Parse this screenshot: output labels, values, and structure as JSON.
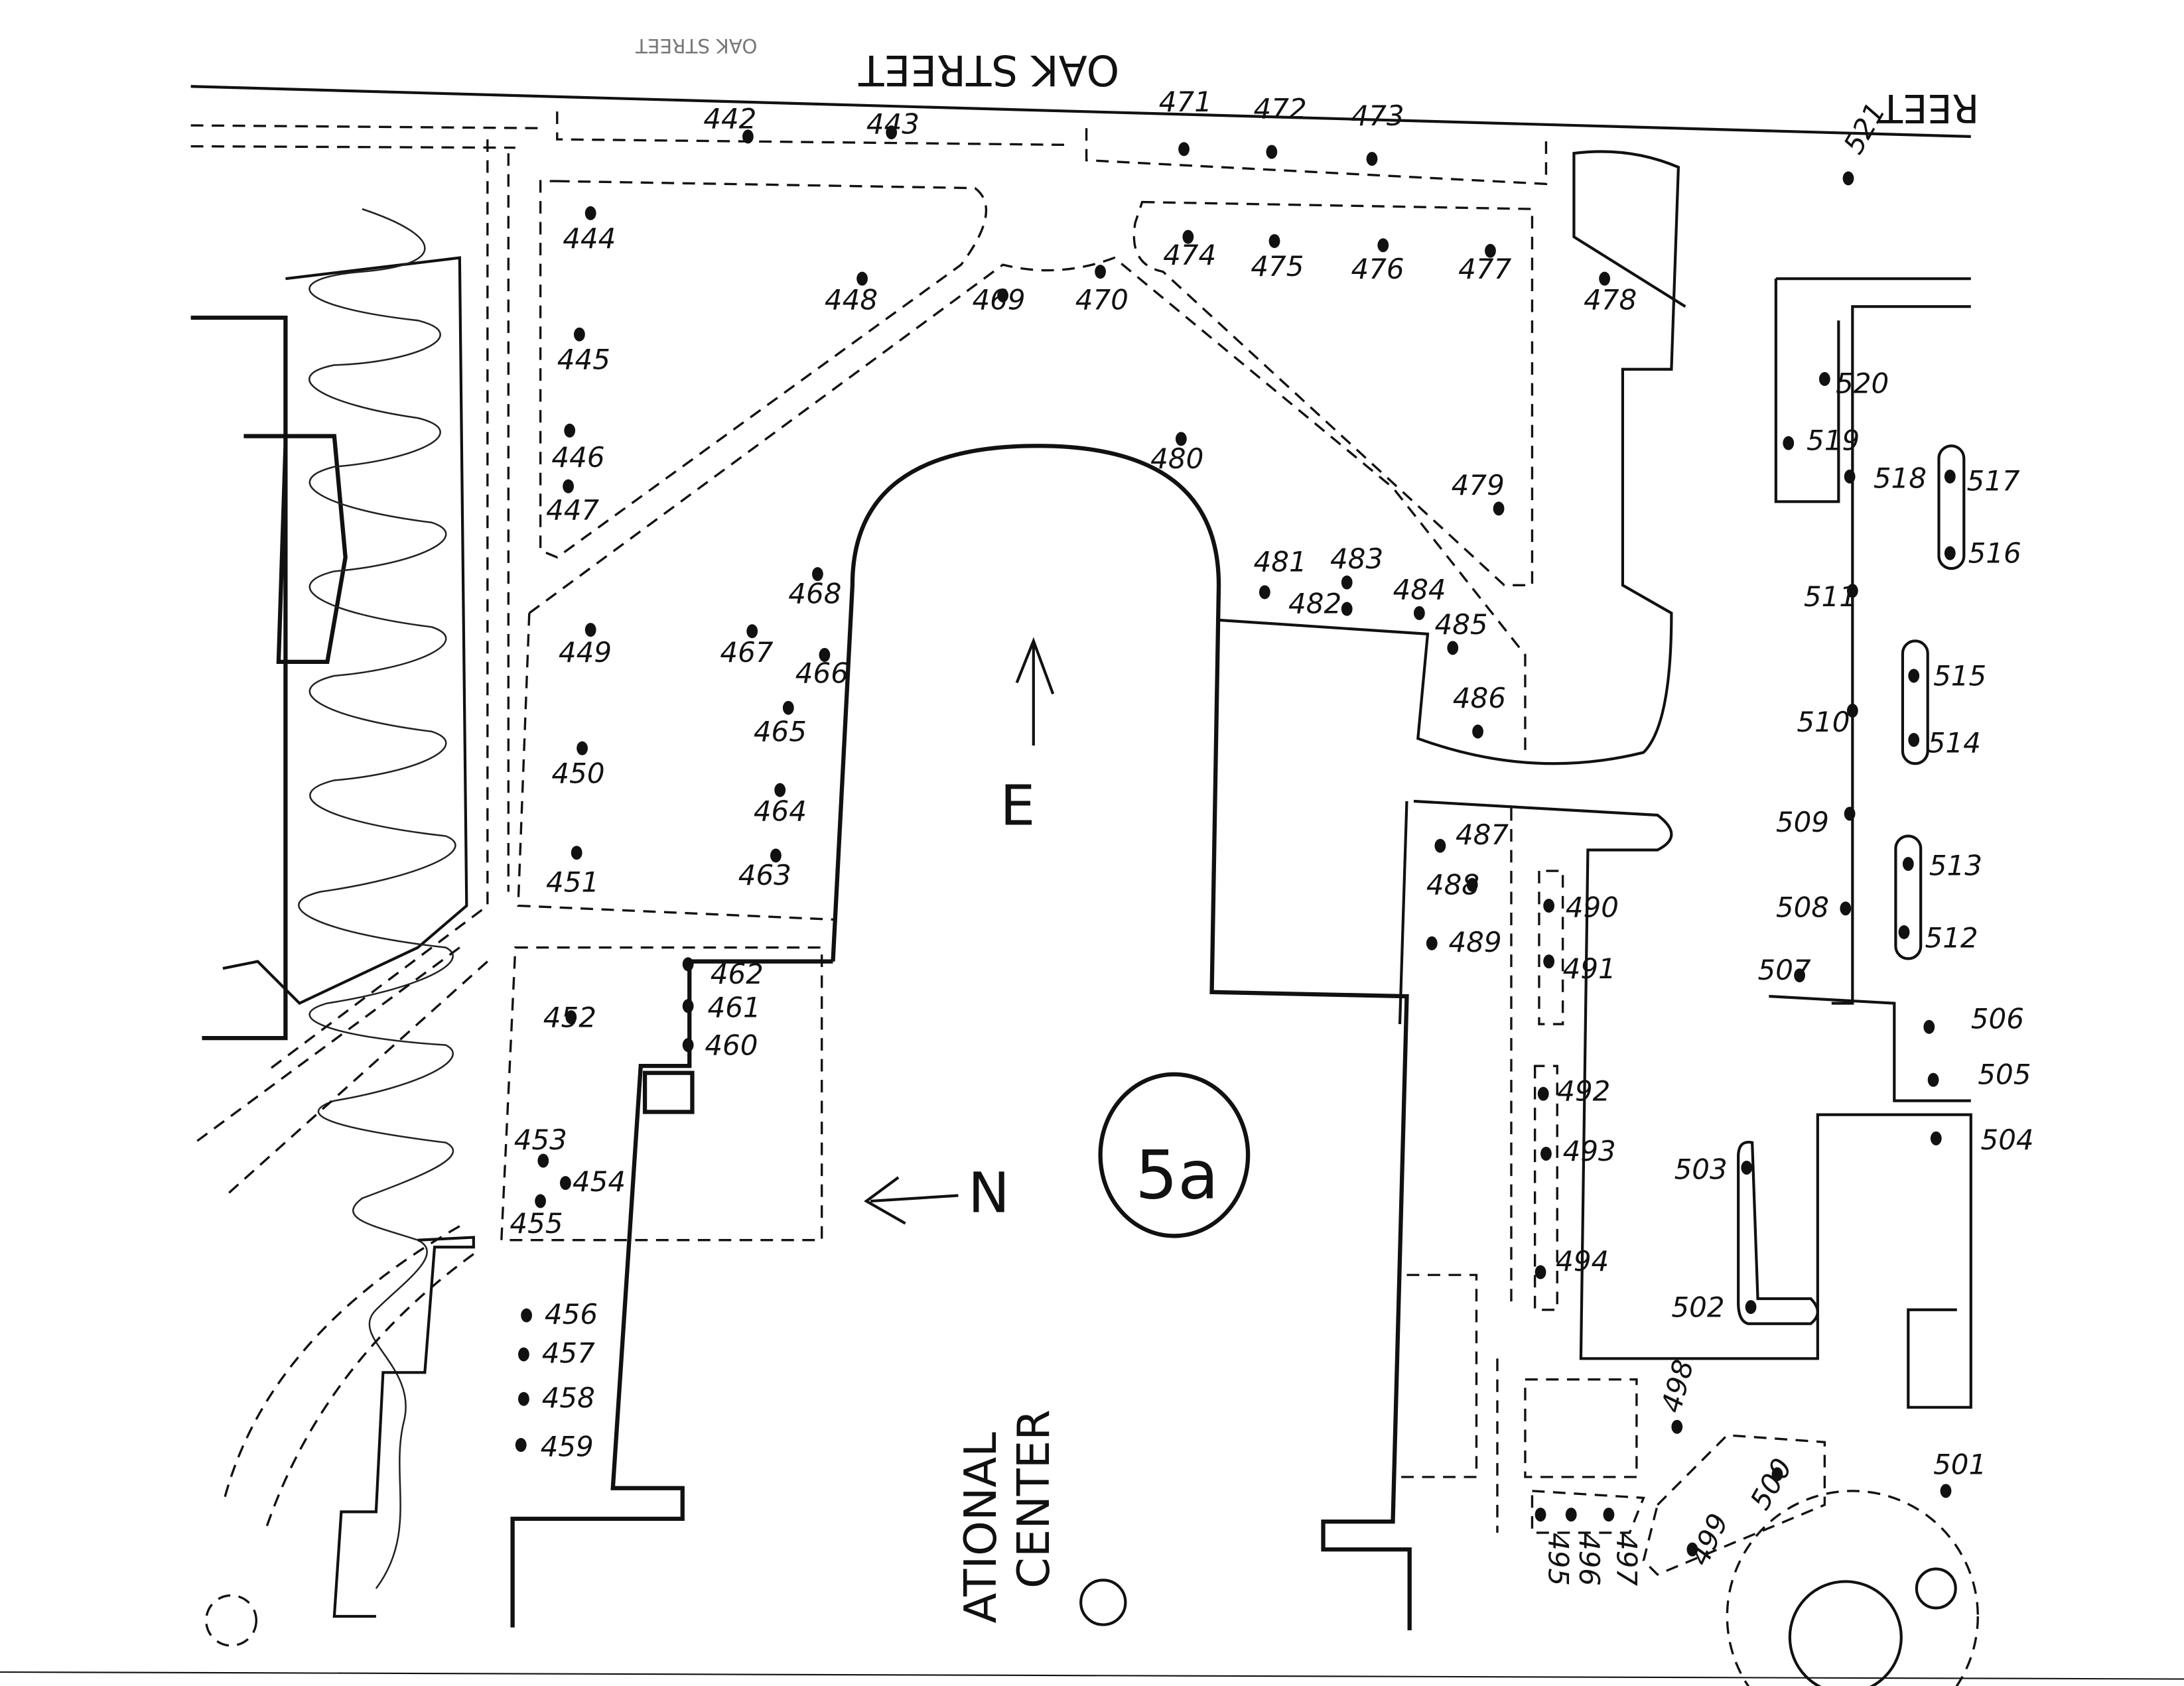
{
  "map": {
    "street_label": "OAK STREET",
    "street_label_faint": "OAK STREET",
    "street_label_right": "REET",
    "building_label_line1": "ATIONAL",
    "building_label_line2": "CENTER",
    "area_label": "5a",
    "direction_east": "E",
    "direction_north": "N"
  },
  "trees": [
    "442",
    "443",
    "471",
    "472",
    "473",
    "521",
    "444",
    "445",
    "446",
    "447",
    "448",
    "469",
    "470",
    "474",
    "475",
    "476",
    "477",
    "478",
    "520",
    "519",
    "518",
    "517",
    "516",
    "480",
    "479",
    "481",
    "482",
    "483",
    "484",
    "485",
    "486",
    "468",
    "467",
    "466",
    "465",
    "464",
    "463",
    "449",
    "450",
    "451",
    "511",
    "510",
    "509",
    "508",
    "515",
    "514",
    "513",
    "512",
    "507",
    "506",
    "505",
    "504",
    "487",
    "488",
    "489",
    "490",
    "491",
    "492",
    "493",
    "494",
    "503",
    "502",
    "462",
    "461",
    "460",
    "452",
    "453",
    "454",
    "455",
    "456",
    "457",
    "458",
    "459",
    "498",
    "495",
    "496",
    "497",
    "499",
    "500",
    "501"
  ]
}
